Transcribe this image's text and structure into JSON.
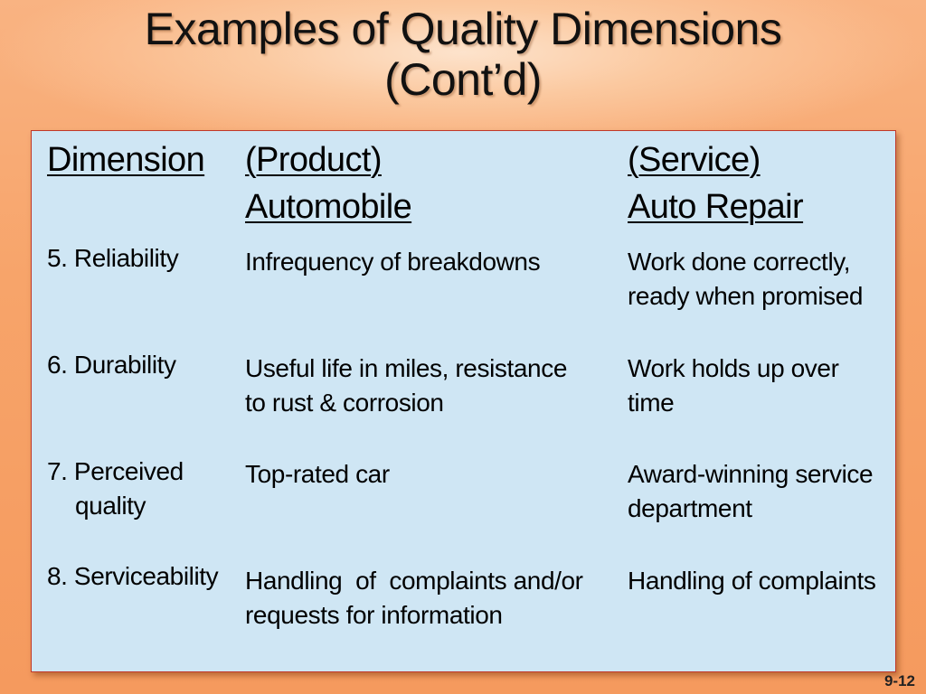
{
  "slide": {
    "title_line1": "Examples of Quality Dimensions",
    "title_line2": "(Cont’d)",
    "page_number": "9-12"
  },
  "table": {
    "headers": {
      "dimension": "Dimension",
      "product_line1": "(Product)",
      "product_line2": "Automobile",
      "service_line1": "(Service)",
      "service_line2": "Auto Repair"
    },
    "rows": [
      {
        "dimension_line1": "5. Reliability",
        "dimension_line2": "",
        "product_line1": "Infrequency of breakdowns",
        "product_line2": "",
        "service_line1": "Work done correctly,",
        "service_line2": "ready when promised"
      },
      {
        "dimension_line1": "6. Durability",
        "dimension_line2": "",
        "product_line1": "Useful life in miles, resistance",
        "product_line2": "to rust & corrosion",
        "service_line1": "Work holds up over",
        "service_line2": "time"
      },
      {
        "dimension_line1": "7. Perceived",
        "dimension_line2": "quality",
        "product_line1": "Top-rated car",
        "product_line2": "",
        "service_line1": "Award-winning service",
        "service_line2": "department"
      },
      {
        "dimension_line1": "8. Serviceability",
        "dimension_line2": "",
        "product_line1": "Handling  of  complaints and/or",
        "product_line2": "requests for information",
        "service_line1": "Handling of complaints",
        "service_line2": ""
      }
    ]
  }
}
